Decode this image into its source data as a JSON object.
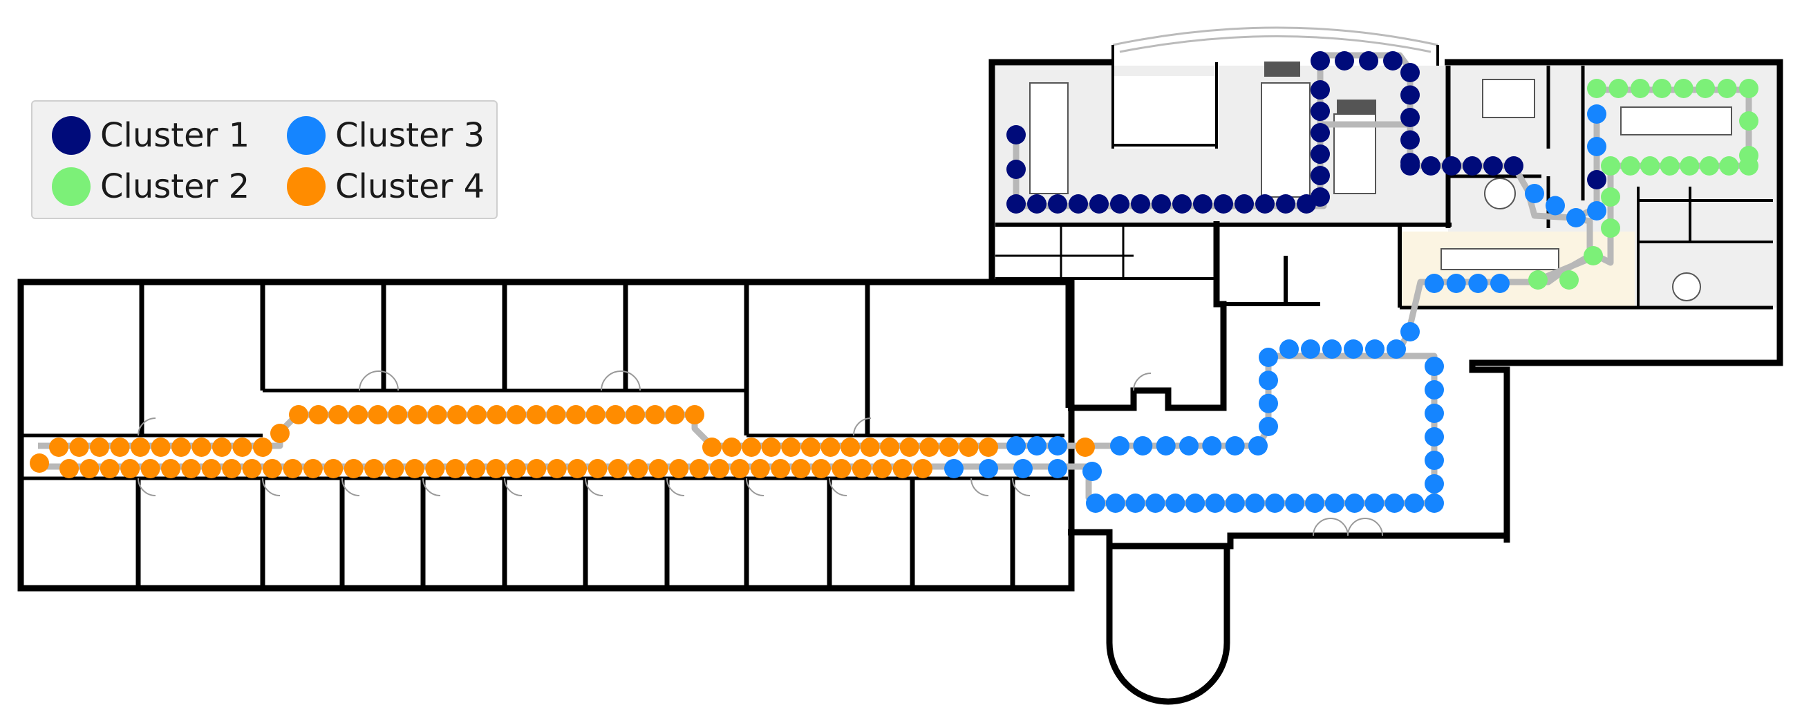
{
  "legend": {
    "items": [
      {
        "label": "Cluster 1",
        "color": "#000b7a"
      },
      {
        "label": "Cluster 2",
        "color": "#7cf078"
      },
      {
        "label": "Cluster 3",
        "color": "#1585ff"
      },
      {
        "label": "Cluster 4",
        "color": "#ff8c00"
      }
    ]
  },
  "colors": {
    "wall": "#000000",
    "path": "#b8b8b8",
    "interior": "#eeeeee",
    "kitchen": "#fbf4e2"
  }
}
